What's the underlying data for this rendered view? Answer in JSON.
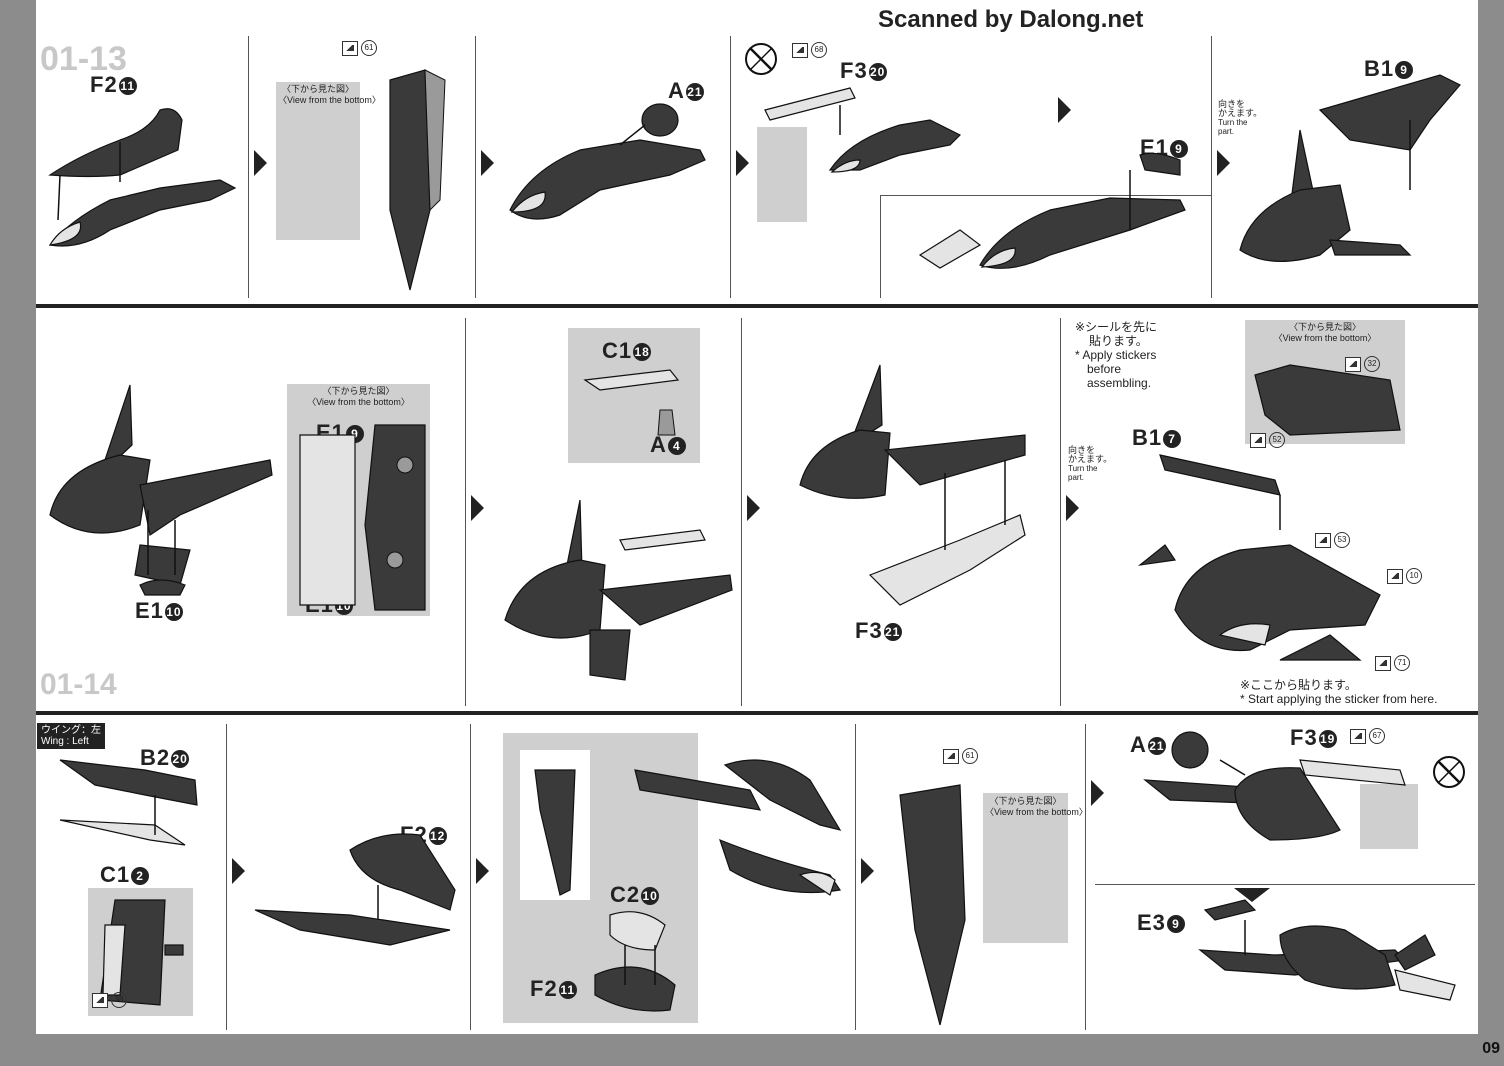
{
  "header": {
    "watermark": "Scanned by Dalong.net",
    "page_number": "09"
  },
  "step_ids": {
    "top": "01-13",
    "bottom": "01-14"
  },
  "row1": {
    "p1": {
      "part": "F2",
      "num": "11"
    },
    "p2": {
      "sticker": "61",
      "view_title_jp": "〈下から見た図〉",
      "view_title_en": "〈View from the bottom〉"
    },
    "p3": {
      "part": "A",
      "num": "21"
    },
    "p4": {
      "part": "F3",
      "num": "20",
      "sticker": "68",
      "part2": "E1",
      "num2": "9"
    },
    "p5": {
      "part": "B1",
      "num": "9",
      "turn_jp1": "向きを",
      "turn_jp2": "かえます。",
      "turn_en1": "Turn the",
      "turn_en2": "part."
    }
  },
  "row2": {
    "p1": {
      "view_title_jp": "〈下から見た図〉",
      "view_title_en": "〈View from the bottom〉",
      "part_top": "E1",
      "num_top": "9",
      "part_bottom": "E1",
      "num_bottom": "10",
      "part_left": "E1",
      "num_left": "10"
    },
    "p2": {
      "part_top": "C1",
      "num_top": "18",
      "part_mid": "A",
      "num_mid": "4"
    },
    "p3": {
      "part": "F3",
      "num": "21"
    },
    "p4": {
      "note_jp1": "※シールを先に",
      "note_jp2": "貼ります。",
      "note_en1": "* Apply stickers",
      "note_en2": "before",
      "note_en3": "assembling.",
      "turn_jp1": "向きを",
      "turn_jp2": "かえます。",
      "turn_en1": "Turn the",
      "turn_en2": "part.",
      "part": "B1",
      "num": "7",
      "view_title_jp": "〈下から見た図〉",
      "view_title_en": "〈View from the bottom〉",
      "stickers": [
        "32",
        "52",
        "53",
        "10",
        "71"
      ],
      "footer_jp": "※ここから貼ります。",
      "footer_en": "* Start applying the sticker from here."
    }
  },
  "row3": {
    "wing_label_jp": "ウイング：左",
    "wing_label_en": "Wing : Left",
    "p1": {
      "part": "B2",
      "num": "20",
      "part2": "C1",
      "num2": "2",
      "sticker": "38"
    },
    "p2": {
      "part": "F2",
      "num": "12"
    },
    "p3": {
      "part": "C2",
      "num": "10",
      "part2": "F2",
      "num2": "11"
    },
    "p4": {
      "sticker": "61",
      "view_title_jp": "〈下から見た図〉",
      "view_title_en": "〈View from the bottom〉"
    },
    "p5": {
      "part": "A",
      "num": "21",
      "part2": "F3",
      "num2": "19",
      "sticker": "67",
      "part3": "E3",
      "num3": "9"
    }
  }
}
